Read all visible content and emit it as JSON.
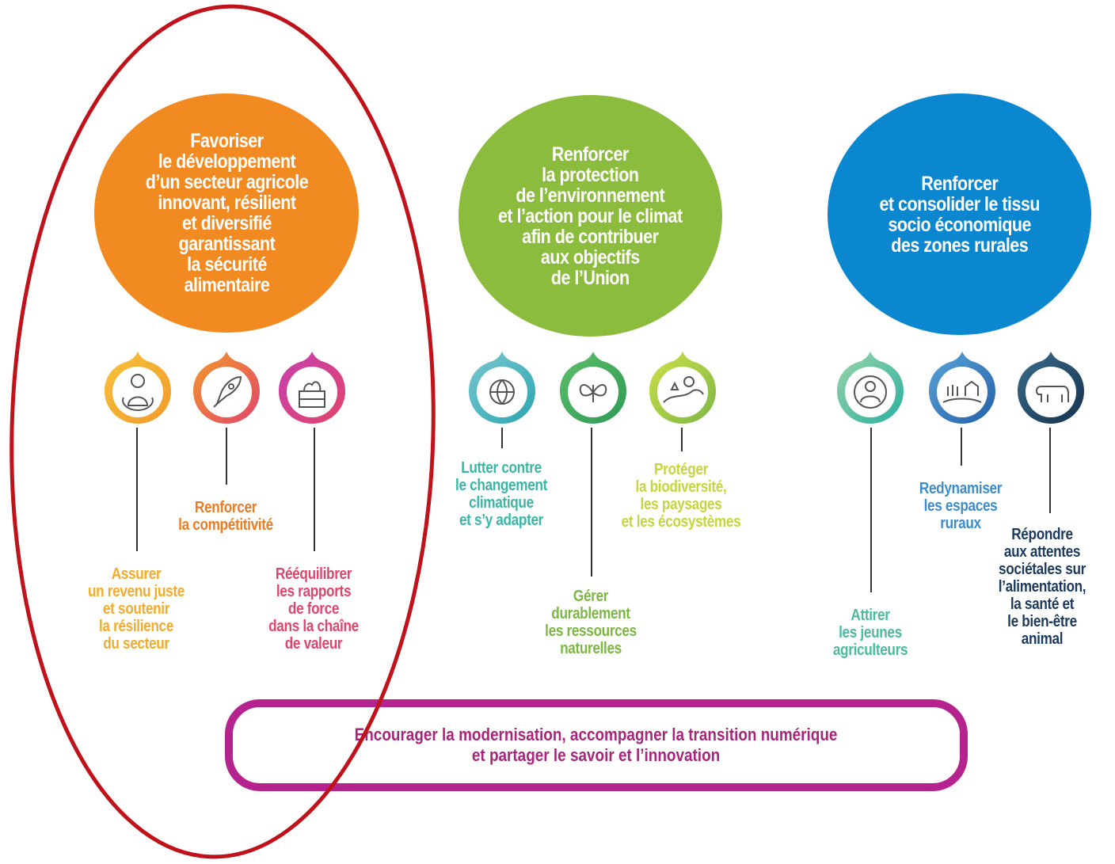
{
  "colors": {
    "orange": "#f28a22",
    "green": "#8cbc3d",
    "blue": "#0a87cf",
    "magenta": "#b5238f",
    "highlight_red": "#c0121a"
  },
  "objectives": [
    {
      "title": "Favoriser\nle développement\nd’un secteur agricole\ninnovant, résilient\net diversifié\ngarantissant\nla sécurité\nalimentaire"
    },
    {
      "title": "Renforcer\nla protection\nde l’environnement\net l’action pour le climat\nafin de contribuer\naux objectifs\nde l’Union"
    },
    {
      "title": "Renforcer\net consolider le tissu\nsocio économique\ndes zones rurales"
    }
  ],
  "specific_objectives": [
    {
      "icon": "farmer-icon",
      "label": "Assurer\nun revenu juste\net soutenir\nla résilience\ndu secteur",
      "color": "#f2ab2a"
    },
    {
      "icon": "rocket-icon",
      "label": "Renforcer\nla compétitivité",
      "color": "#ea7c26"
    },
    {
      "icon": "crate-icon",
      "label": "Rééquilibrer\nles rapports\nde force\ndans la chaîne\nde valeur",
      "color": "#e2456b"
    },
    {
      "icon": "globe-icon",
      "label": "Lutter contre\nle changement\nclimatique\net s’y adapter",
      "color": "#3ab6a6"
    },
    {
      "icon": "butterfly-icon",
      "label": "Gérer\ndurablement\nles ressources\nnaturelles",
      "color": "#7cb742"
    },
    {
      "icon": "landscape-icon",
      "label": "Protéger\nla biodiversité,\nles paysages\net les écosystèmes",
      "color": "#c6d53c"
    },
    {
      "icon": "young-farmer-icon",
      "label": "Attirer\nles jeunes\nagriculteurs",
      "color": "#4dbaa0"
    },
    {
      "icon": "rural-village-icon",
      "label": "Redynamiser\nles espaces\nruraux",
      "color": "#3d8ccc"
    },
    {
      "icon": "cow-icon",
      "label": "Répondre\naux attentes\nsociétales sur\nl’alimentation,\nla santé et\nle bien-être\nanimal",
      "color": "#1c3a5e"
    }
  ],
  "banner": {
    "text": "Encourager la modernisation, accompagner la transition numérique\net partager le savoir et l’innovation"
  }
}
